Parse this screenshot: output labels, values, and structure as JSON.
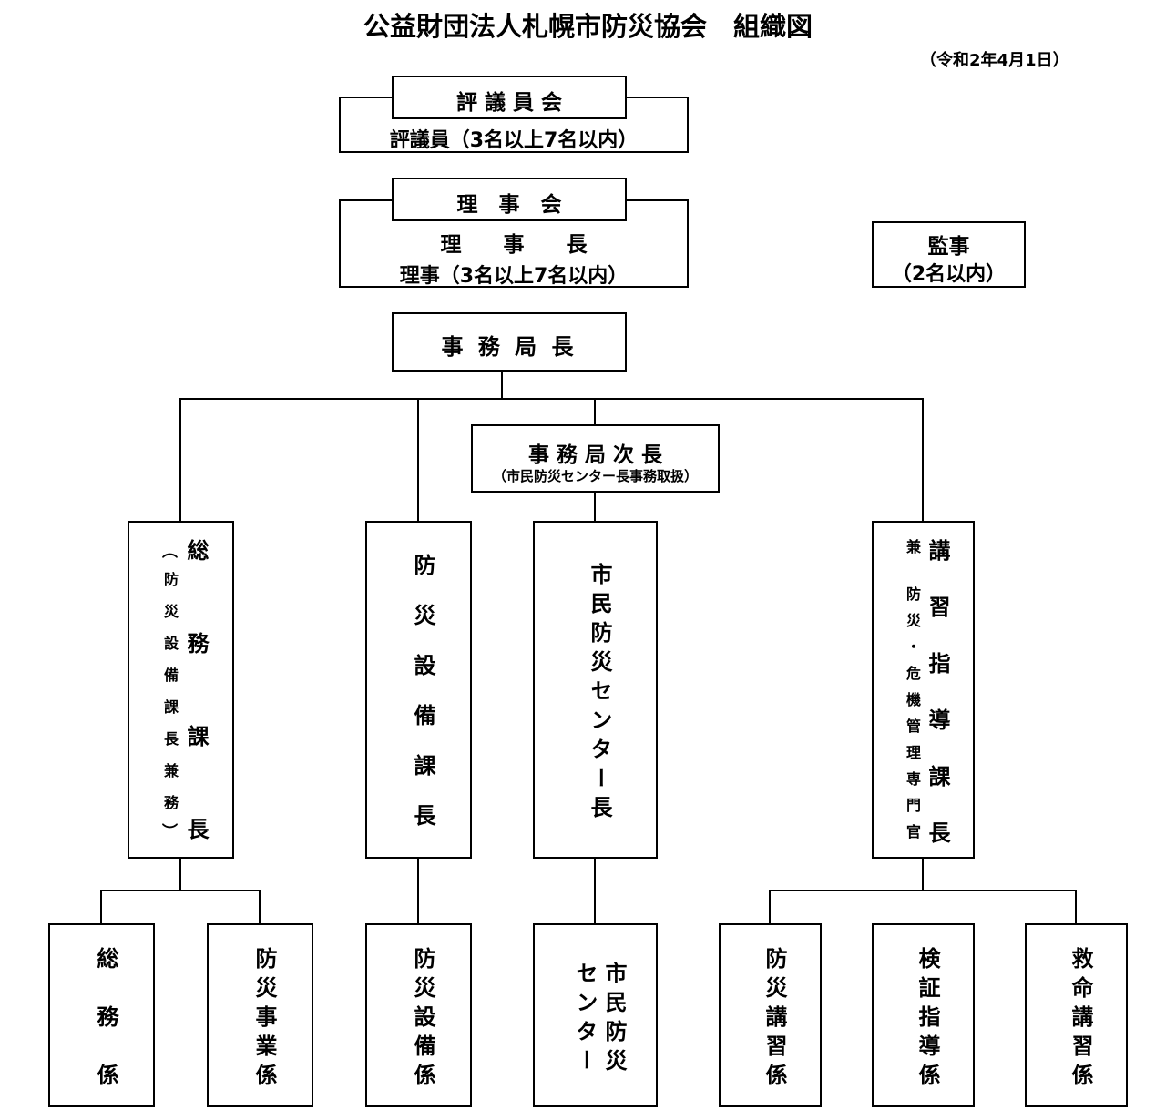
{
  "title": "公益財団法人札幌市防災協会　組織図",
  "date": "（令和2年4月1日）",
  "council": {
    "header": "評 議 員 会",
    "members": "評議員（3名以上7名以内）"
  },
  "board": {
    "header": "理　事　会",
    "chair": "理　　事　　長",
    "members": "理事（3名以上7名以内）"
  },
  "auditor": {
    "line1": "監事",
    "line2": "（2名以内）"
  },
  "secretary_general": "事 務 局 長",
  "deputy": {
    "title": "事 務 局 次 長",
    "note": "（市民防災センター長事務取扱）"
  },
  "sections": [
    {
      "title": "総務課長",
      "note_open": "︵",
      "note": "防災設備課長兼務",
      "note_close": "︶"
    },
    {
      "title": "防災設備課長"
    },
    {
      "title": "市民防災センター長"
    },
    {
      "title": "講習指導課長",
      "note1": "兼",
      "note2": "防災・危機管理専門官"
    }
  ],
  "units": [
    "総務係",
    "防災事業係",
    "防災設備係",
    [
      "市民防災",
      "センター"
    ],
    "防災講習係",
    "検証指導係",
    "救命講習係"
  ]
}
